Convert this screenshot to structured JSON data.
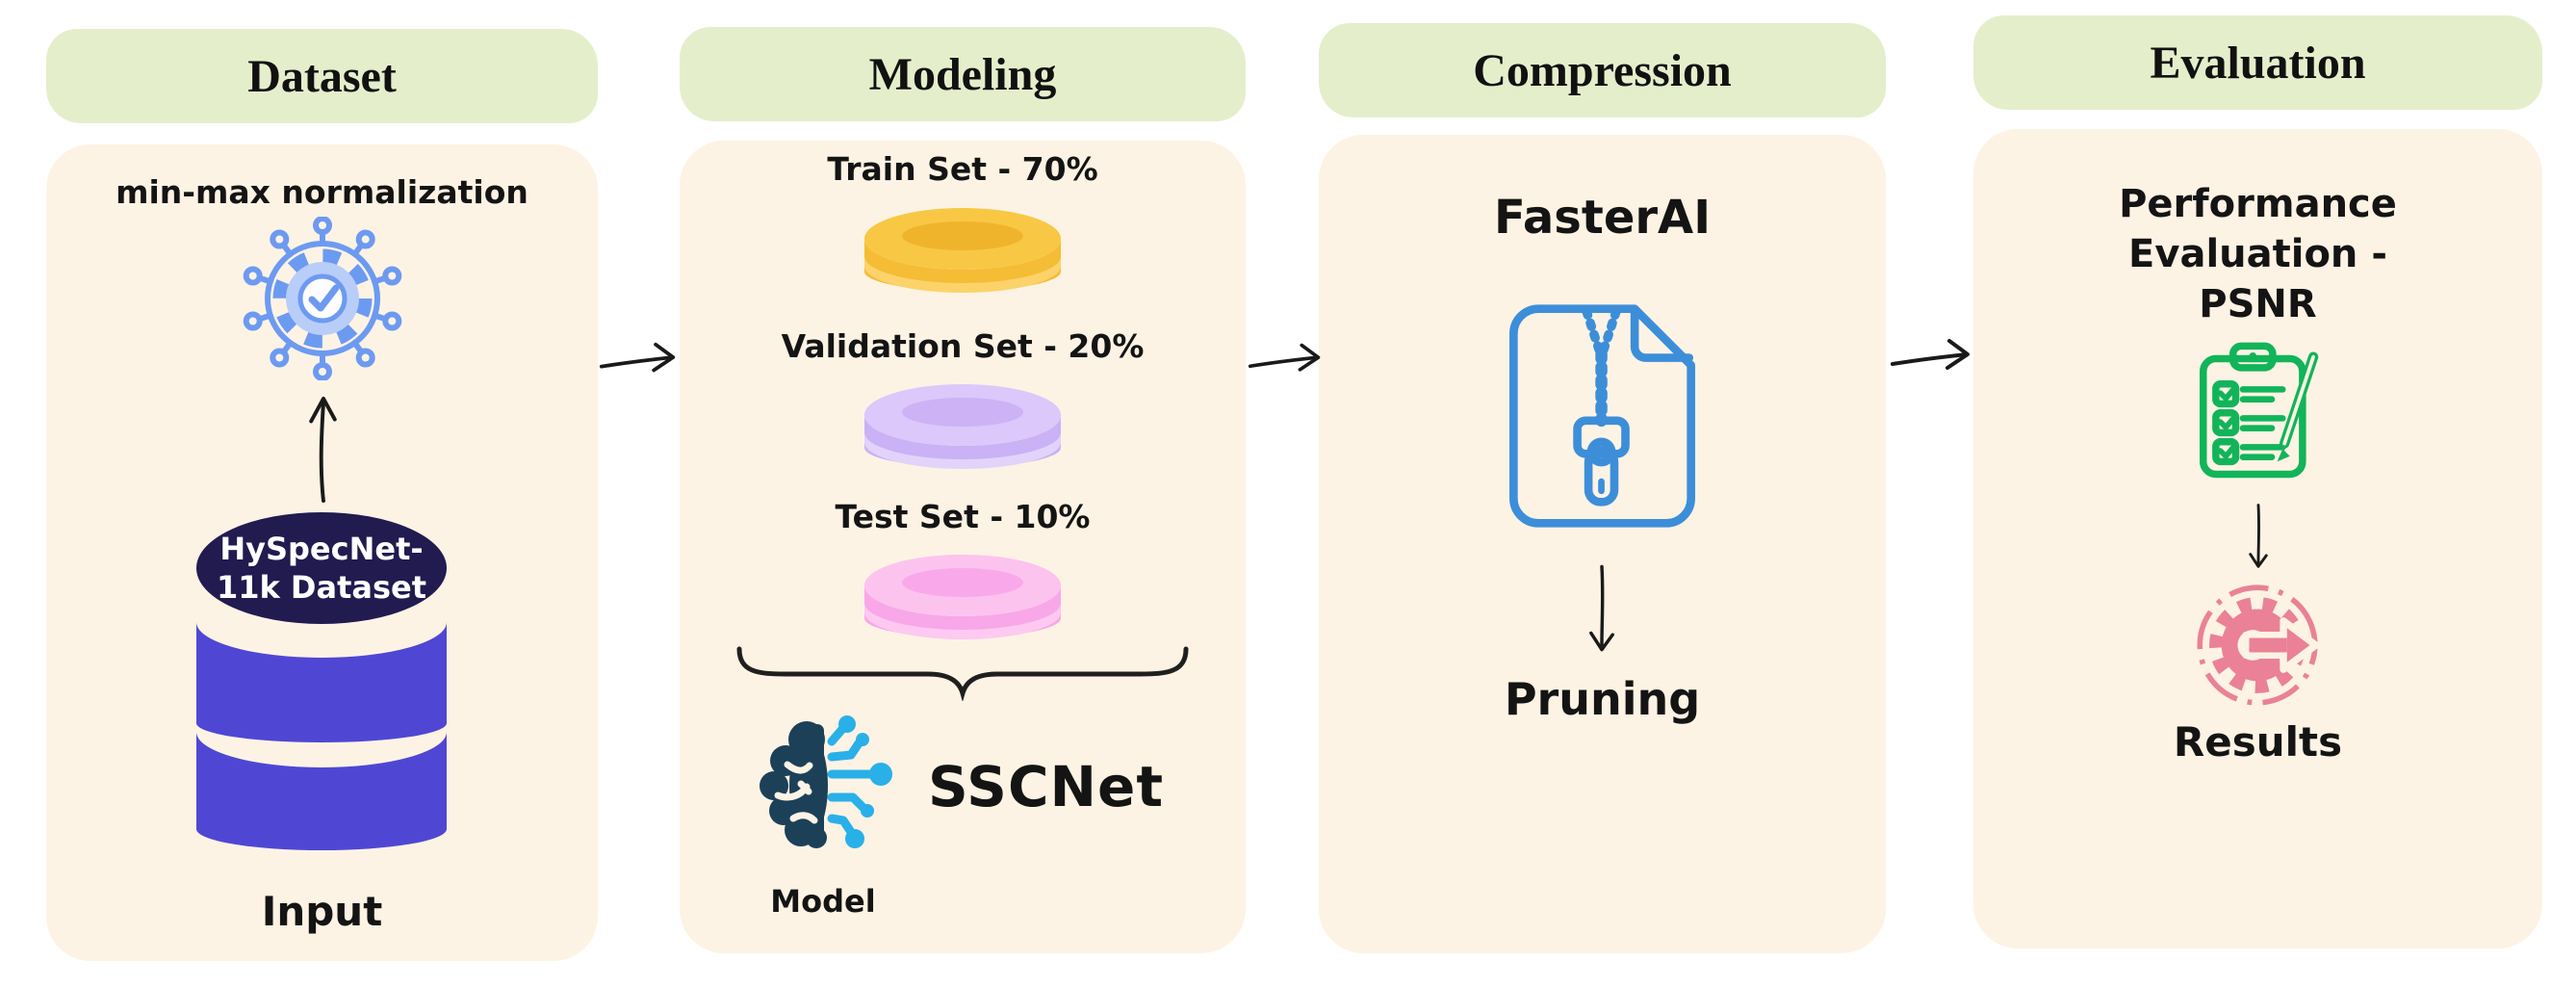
{
  "colors": {
    "background": "#ffffff",
    "header_bg": "#e5eecb",
    "panel_bg": "#fdf3e4",
    "text": "#141414",
    "arrow": "#1a1a1a",
    "db_top": "#211b50",
    "db_body": "#4f47d4",
    "db_label_text": "#ffffff",
    "gear_outline": "#6d9af1",
    "gear_fill": "#b9cdf9",
    "gear_inner": "#fdfdff",
    "train_disk": {
      "top": "#f8c845",
      "hole": "#f0b42c",
      "side": "#f5bc35",
      "stripe": "#fbd36a"
    },
    "validation_disk": {
      "top": "#dcc8fa",
      "hole": "#cdb2f6",
      "side": "#cbb1f5",
      "stripe": "#e2d3fb"
    },
    "test_disk": {
      "top": "#fcc3ef",
      "hole": "#f9a9e9",
      "side": "#f8a7e8",
      "stripe": "#fdc9f1"
    },
    "brain_left": "#1d4059",
    "brain_right": "#29b0e8",
    "zip_icon": "#3d8ed9",
    "checklist_icon": "#12b45a",
    "results_icon": "#ea8197"
  },
  "icons": {
    "process": "gear-network-icon",
    "database": "database-cylinder-icon",
    "train_split": "gold-disk-icon",
    "validation_split": "purple-disk-icon",
    "test_split": "pink-disk-icon",
    "model": "brain-circuit-icon",
    "compression": "zip-file-icon",
    "evaluation": "checklist-clipboard-icon",
    "results": "gear-arrow-icon"
  },
  "stages": [
    {
      "header": "Dataset",
      "normalization_label": "min-max normalization",
      "database": {
        "line1": "HySpecNet-",
        "line2": "11k Dataset"
      },
      "caption": "Input"
    },
    {
      "header": "Modeling",
      "splits": [
        {
          "label": "Train Set - 70%"
        },
        {
          "label": "Validation Set - 20%"
        },
        {
          "label": "Test Set - 10%"
        }
      ],
      "model_name": "SSCNet",
      "model_caption": "Model"
    },
    {
      "header": "Compression",
      "tool_name": "FasterAI",
      "method_name": "Pruning"
    },
    {
      "header": "Evaluation",
      "metric_lines": [
        "Performance",
        "Evaluation -",
        "PSNR"
      ],
      "results_caption": "Results"
    }
  ]
}
